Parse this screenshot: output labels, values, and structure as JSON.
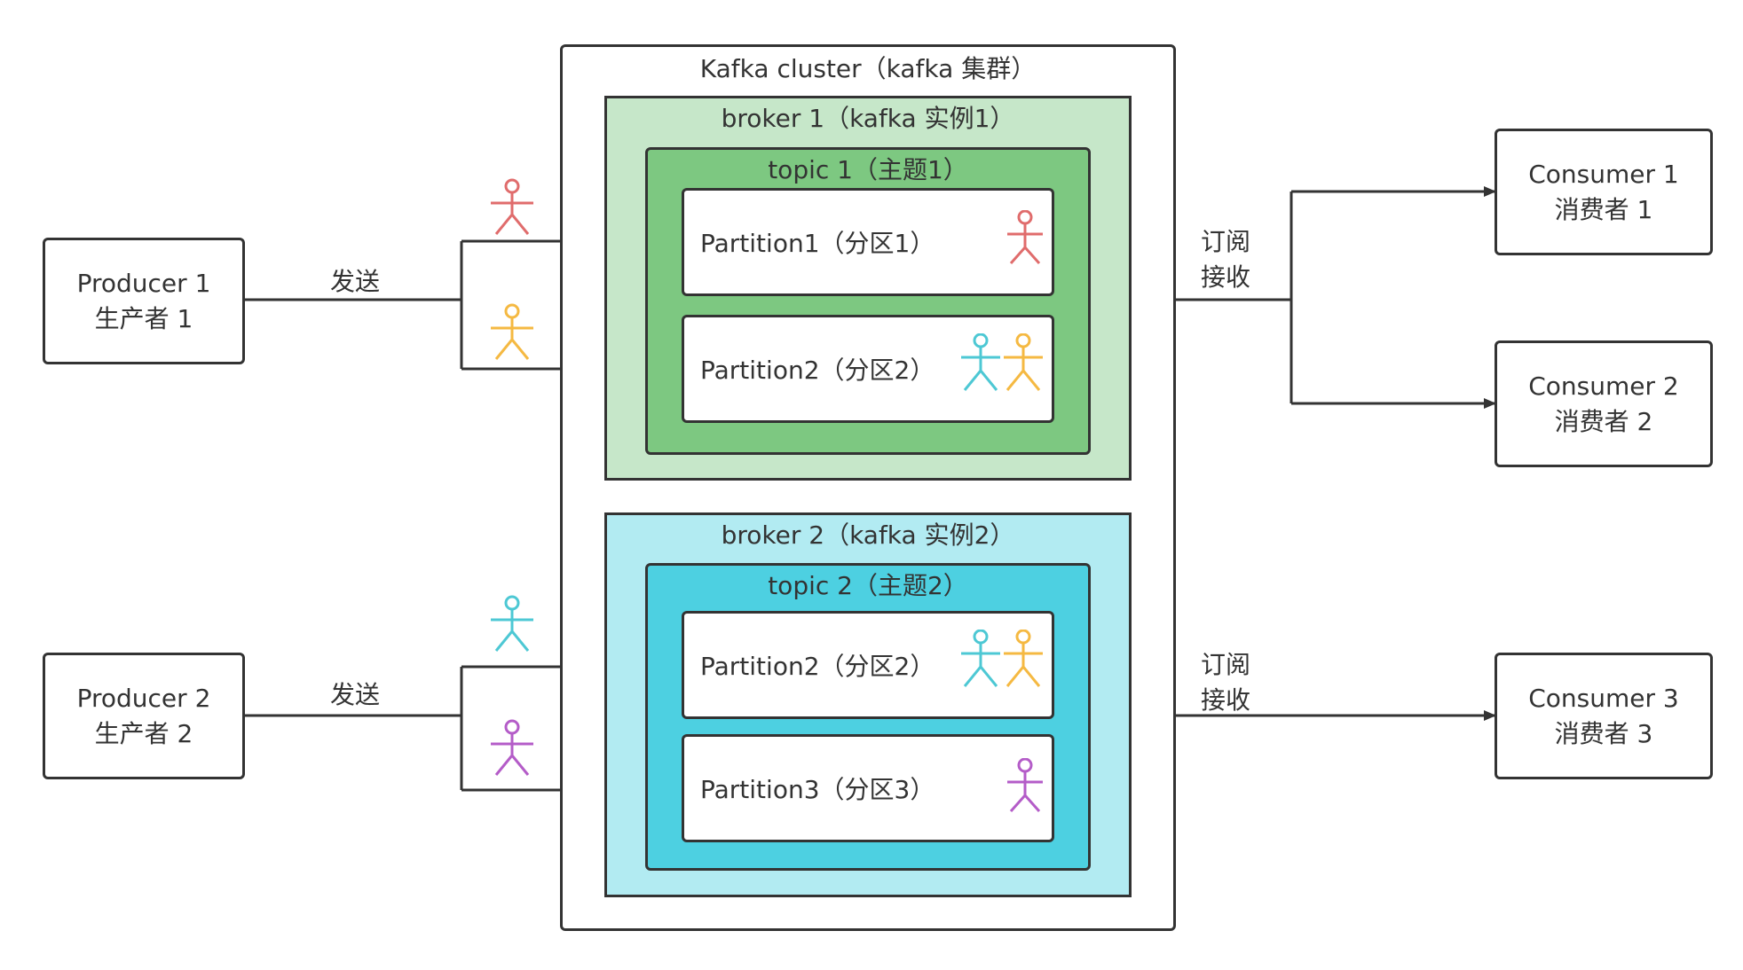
{
  "cluster": {
    "title": "Kafka cluster（kafka 集群）"
  },
  "brokers": [
    {
      "title": "broker 1（kafka 实例1）",
      "color": "#c6e7c9",
      "topic": {
        "title": "topic 1（主题1）",
        "color": "#7dc881",
        "partitions": [
          {
            "label": "Partition1（分区1）",
            "actor_colors": [
              "#e06c6c"
            ]
          },
          {
            "label": "Partition2（分区2）",
            "actor_colors": [
              "#4dc8d4",
              "#f5b942"
            ]
          }
        ]
      }
    },
    {
      "title": "broker 2（kafka 实例2）",
      "color": "#b2ebf2",
      "topic": {
        "title": "topic 2（主题2）",
        "color": "#4dd0e1",
        "partitions": [
          {
            "label": "Partition2（分区2）",
            "actor_colors": [
              "#4dc8d4",
              "#f5b942"
            ]
          },
          {
            "label": "Partition3（分区3）",
            "actor_colors": [
              "#b45cc8"
            ]
          }
        ]
      }
    }
  ],
  "producers": [
    {
      "name": "Producer 1",
      "cn": "生产者 1",
      "edge_label": "发送",
      "message_colors": [
        "#e06c6c",
        "#f5b942"
      ]
    },
    {
      "name": "Producer 2",
      "cn": "生产者 2",
      "edge_label": "发送",
      "message_colors": [
        "#4dc8d4",
        "#b45cc8"
      ]
    }
  ],
  "consumers": [
    {
      "name": "Consumer 1",
      "cn": "消费者 1"
    },
    {
      "name": "Consumer 2",
      "cn": "消费者 2"
    },
    {
      "name": "Consumer 3",
      "cn": "消费者 3"
    }
  ],
  "subscribe_labels": [
    {
      "line1": "订阅",
      "line2": "接收"
    },
    {
      "line1": "订阅",
      "line2": "接收"
    }
  ]
}
